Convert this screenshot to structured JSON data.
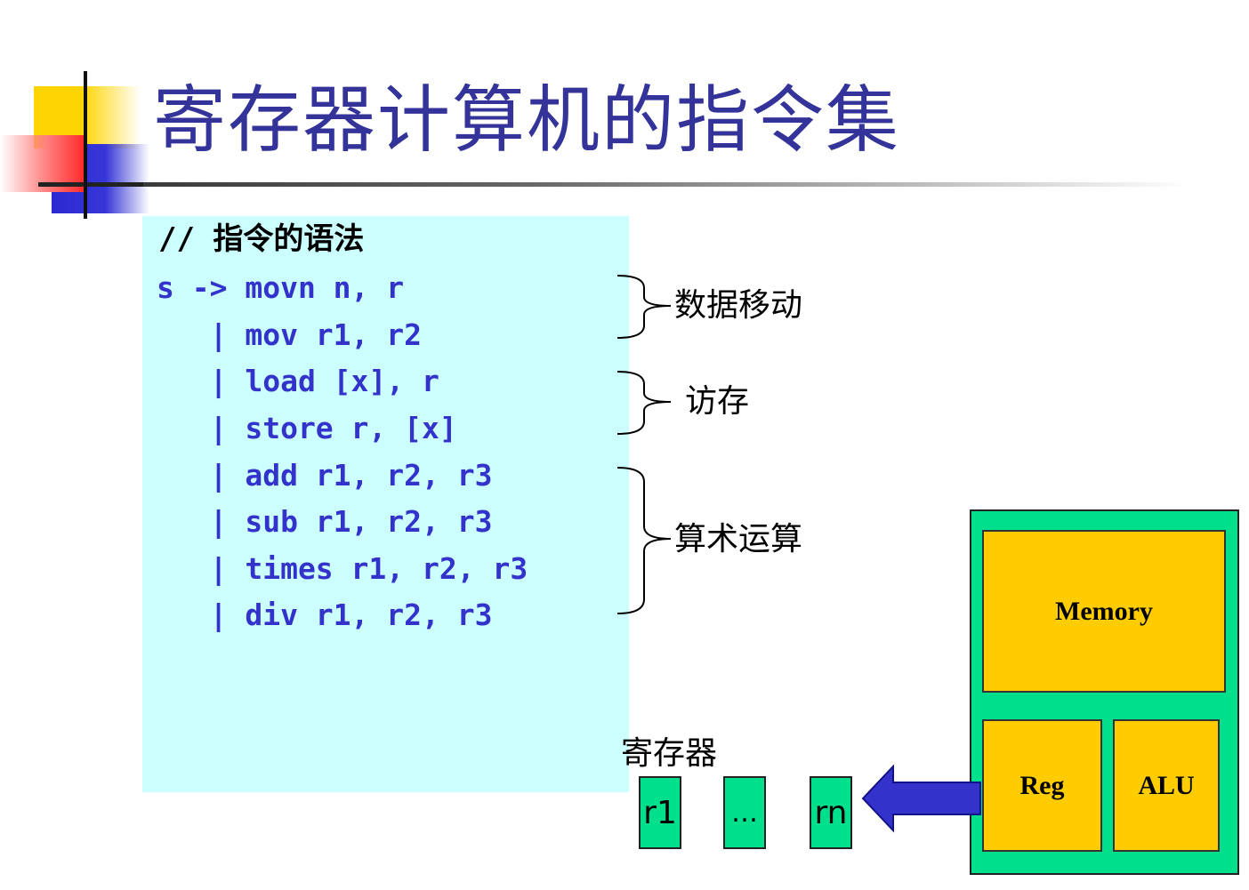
{
  "header": {
    "title": "寄存器计算机的指令集"
  },
  "code": {
    "comment": "// 指令的语法",
    "lines": [
      "s -> movn n, r",
      "   | mov r1, r2",
      "   | load [x], r",
      "   | store r, [x]",
      "   | add r1, r2, r3",
      "   | sub r1, r2, r3",
      "   | times r1, r2, r3",
      "   | div r1, r2, r3"
    ]
  },
  "groups": {
    "data_move": "数据移动",
    "memory_access": "访存",
    "arithmetic": "算术运算"
  },
  "machine": {
    "memory": "Memory",
    "reg": "Reg",
    "alu": "ALU"
  },
  "registers": {
    "caption": "寄存器",
    "first": "r1",
    "middle": "…",
    "last": "rn"
  },
  "colors": {
    "title": "#333399",
    "code": "#3333cc",
    "panel": "#ccffff",
    "machine": "#00e08c",
    "unit": "#ffcc00",
    "arrow": "#3333cc"
  }
}
